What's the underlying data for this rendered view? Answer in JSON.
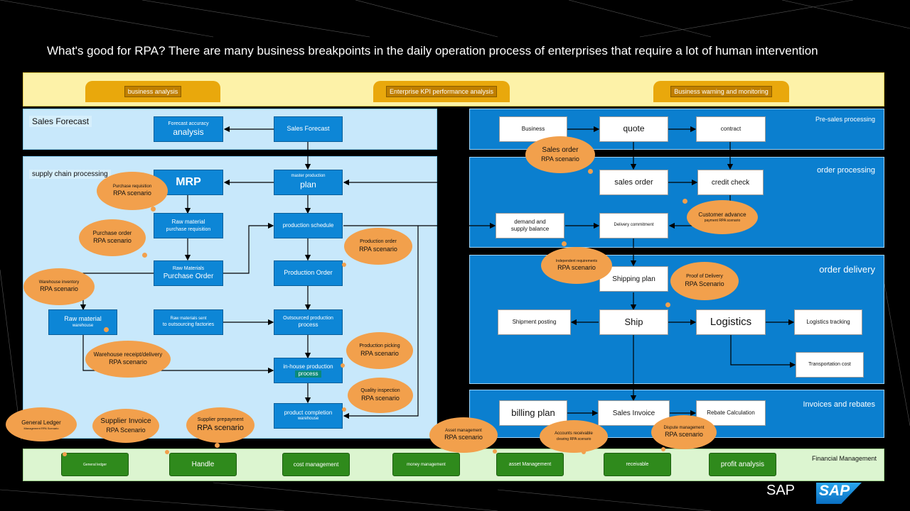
{
  "title": "What's good for RPA? There are many business breakpoints in the daily operation process of enterprises that require a lot of human intervention",
  "tabs": [
    "business analysis",
    "Enterprise KPI performance analysis",
    "Business warning and monitoring"
  ],
  "sections": {
    "sales_forecast": "Sales Forecast",
    "supply_chain": "supply chain processing",
    "pre_sales": "Pre-sales processing",
    "order_processing": "order processing",
    "order_delivery": "order delivery",
    "invoices": "Invoices and rebates",
    "financial": "Financial Management"
  },
  "boxes": {
    "forecast_accuracy_1": "Forecast accuracy",
    "forecast_accuracy_2": "analysis",
    "sales_forecast_box": "Sales Forecast",
    "mrp": "MRP",
    "master_production": "master production",
    "plan": "plan",
    "raw_material_purchase_1": "Raw material",
    "raw_material_purchase_2": "purchase requisition",
    "production_schedule": "production schedule",
    "raw_materials_po_1": "Raw Materials",
    "raw_materials_po_2": "Purchase Order",
    "production_order": "Production Order",
    "raw_material_wh_1": "Raw material",
    "raw_material_wh_2": "warehouse",
    "raw_materials_sent_1": "Raw materials sent",
    "raw_materials_sent_2": "to outsourcing factories",
    "outsourced_1": "Outsourced production",
    "outsourced_2": "process",
    "inhouse_1": "in-house production",
    "inhouse_2": "process",
    "product_completion_1": "product completion",
    "product_completion_2": "warehouse",
    "business": "Business",
    "quote": "quote",
    "contract": "contract",
    "sales_order": "sales order",
    "credit_check": "credit check",
    "demand_1": "demand and",
    "demand_2": "supply balance",
    "delivery_commitment": "Delivery commitment",
    "shipping_plan": "Shipping plan",
    "shipment_posting": "Shipment posting",
    "ship": "Ship",
    "logistics": "Logistics",
    "logistics_tracking": "Logistics tracking",
    "transportation_cost": "Transportation cost",
    "billing_plan": "billing plan",
    "sales_invoice": "Sales Invoice",
    "rebate_calc": "Rebate Calculation"
  },
  "clouds": {
    "purchase_req": [
      "Purchase requisition",
      "RPA scenario"
    ],
    "purchase_order": [
      "Purchase order",
      "RPA scenario"
    ],
    "warehouse_inventory": [
      "Warehouse inventory",
      "RPA scenario"
    ],
    "warehouse_receipt": [
      "Warehouse receipt/delivery",
      "RPA scenario"
    ],
    "production_order": [
      "Production order",
      "RPA scenario"
    ],
    "production_picking": [
      "Production picking",
      "RPA scenario"
    ],
    "quality_inspection": [
      "Quality inspection",
      "RPA scenario"
    ],
    "sales_order": [
      "Sales order",
      "RPA scenario"
    ],
    "customer_advance": [
      "Customer advance",
      "payment RPA scenario"
    ],
    "independent_req": [
      "Independent requirements",
      "RPA scenario"
    ],
    "proof_delivery": [
      "Proof of Delivery",
      "RPA Scenario"
    ],
    "general_ledger": [
      "General Ledger",
      "Management RPA Scenario"
    ],
    "supplier_invoice": [
      "Supplier Invoice",
      "RPA Scenario"
    ],
    "supplier_prepayment": [
      "Supplier prepayment",
      "RPA scenario"
    ],
    "asset_management": [
      "Asset management",
      "RPA scenario"
    ],
    "accounts_receivable": [
      "Accounts receivable",
      "clearing RPA scenario"
    ],
    "dispute_management": [
      "Dispute management",
      "RPA scenario"
    ]
  },
  "finance": [
    "General ledger",
    "Handle",
    "cost management",
    "money management",
    "asset Management",
    "receivable",
    "profit analysis"
  ],
  "brand": {
    "sap_text": "SAP",
    "sap_logo": "SAP"
  },
  "colors": {
    "blue": "#0d86d6",
    "orange": "#f2a04c",
    "green": "#2f8a1c",
    "gold": "#e9a80c"
  }
}
